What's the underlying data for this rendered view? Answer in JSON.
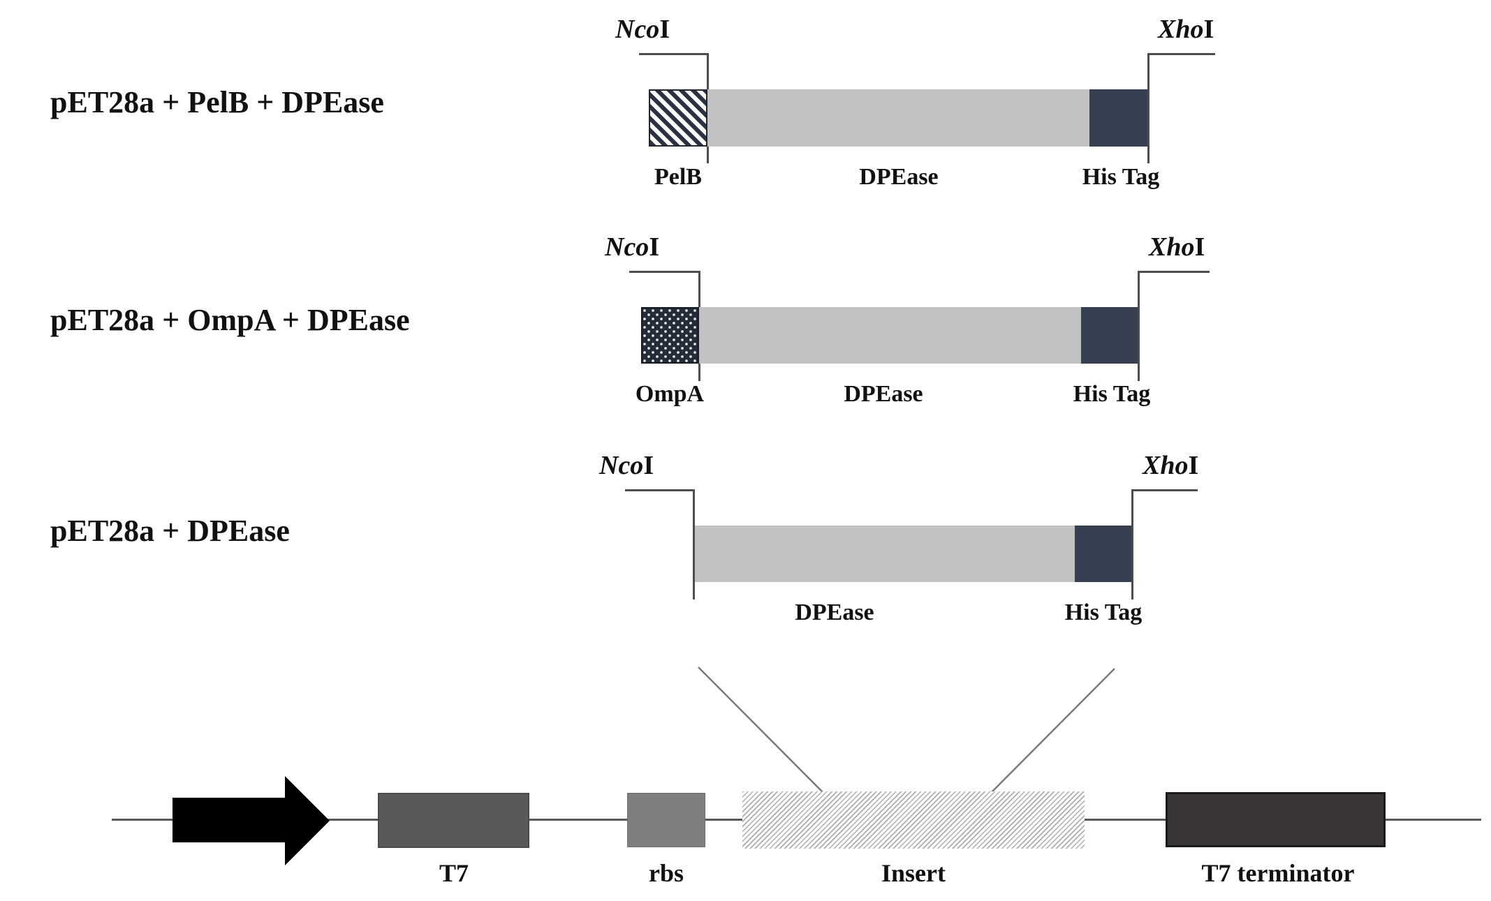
{
  "constructs": [
    {
      "title": "pET28a + PelB + DPEase",
      "left_site": {
        "italic": "Nco",
        "roman": "I"
      },
      "right_site": {
        "italic": "Xho",
        "roman": "I"
      },
      "signal_label": "PelB",
      "gene_label": "DPEase",
      "tag_label": "His Tag"
    },
    {
      "title": "pET28a + OmpA + DPEase",
      "left_site": {
        "italic": "Nco",
        "roman": "I"
      },
      "right_site": {
        "italic": "Xho",
        "roman": "I"
      },
      "signal_label": "OmpA",
      "gene_label": "DPEase",
      "tag_label": "His Tag"
    },
    {
      "title": "pET28a + DPEase",
      "left_site": {
        "italic": "Nco",
        "roman": "I"
      },
      "right_site": {
        "italic": "Xho",
        "roman": "I"
      },
      "gene_label": "DPEase",
      "tag_label": "His Tag"
    }
  ],
  "vector_map": {
    "promoter_arrow_icon": "promoter-arrow-icon",
    "elements": [
      {
        "label": "T7"
      },
      {
        "label": "rbs"
      },
      {
        "label": "Insert"
      },
      {
        "label": "T7 terminator"
      }
    ]
  },
  "colors": {
    "gene_bar": "#c2c2c2",
    "his_tag_box": "#364050",
    "ompa_box": "#252c39",
    "pelb_stripe": "#2a3140",
    "t7_box": "#595959",
    "rbs_box": "#7f7f7f",
    "insert_hatch": "#adadad",
    "t7_terminator_box": "#3a3636",
    "promoter_arrow": "#000000",
    "connector_line": "#4d4d4d",
    "funnel_line": "#7a7a7a"
  }
}
